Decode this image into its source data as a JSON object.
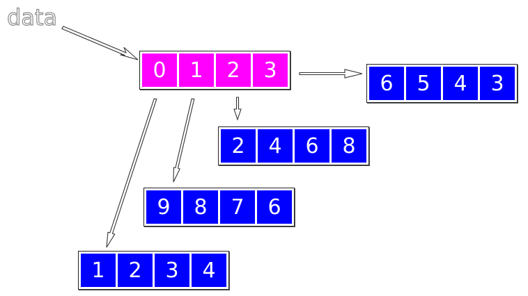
{
  "label": "data",
  "arrays": {
    "top": [
      "0",
      "1",
      "2",
      "3"
    ],
    "right": [
      "6",
      "5",
      "4",
      "3"
    ],
    "mid": [
      "2",
      "4",
      "6",
      "8"
    ],
    "low": [
      "9",
      "8",
      "7",
      "6"
    ],
    "bottom": [
      "1",
      "2",
      "3",
      "4"
    ]
  },
  "colors": {
    "highlight": "#ff00ff",
    "cell": "#0000ff"
  }
}
